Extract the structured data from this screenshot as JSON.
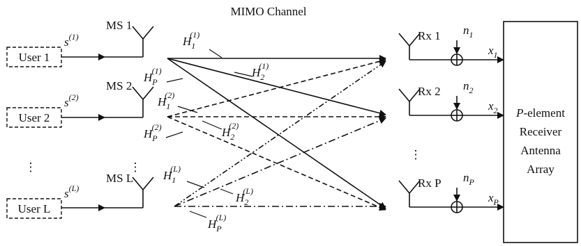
{
  "title": "MIMO Channel",
  "users": [
    {
      "label": "User 1",
      "signal_sup": "(1)",
      "ms_label": "MS 1"
    },
    {
      "label": "User 2",
      "signal_sup": "(2)",
      "ms_label": "MS 2"
    },
    {
      "label": "User L",
      "signal_sup": "(L)",
      "ms_label": "MS L"
    }
  ],
  "signal_symbol": "s",
  "channel_symbol": "H",
  "channel_labels": [
    {
      "sub": "1",
      "sup": "(1)"
    },
    {
      "sub": "2",
      "sup": "(1)"
    },
    {
      "sub": "P",
      "sup": "(1)"
    },
    {
      "sub": "1",
      "sup": "(2)"
    },
    {
      "sub": "2",
      "sup": "(2)"
    },
    {
      "sub": "P",
      "sup": "(2)"
    },
    {
      "sub": "1",
      "sup": "(L)"
    },
    {
      "sub": "2",
      "sup": "(L)"
    },
    {
      "sub": "P",
      "sup": "(L)"
    }
  ],
  "receivers": [
    {
      "label": "Rx 1",
      "noise_sub": "1",
      "output_sub": "1"
    },
    {
      "label": "Rx 2",
      "noise_sub": "2",
      "output_sub": "2"
    },
    {
      "label": "Rx P",
      "noise_sub": "P",
      "output_sub": "P"
    }
  ],
  "noise_symbol": "n",
  "output_symbol": "x",
  "ellipsis": "⋮",
  "array_box": {
    "line1_italic": "P",
    "line1_rest": "-element",
    "line2": "Receiver",
    "line3": "Antenna",
    "line4": "Array"
  }
}
